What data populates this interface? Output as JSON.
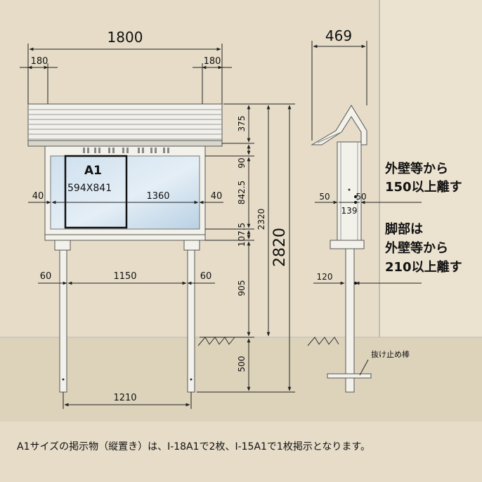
{
  "front": {
    "top_width": "1800",
    "top_left_offset": "180",
    "top_right_offset": "180",
    "side_left": "40",
    "side_right": "40",
    "inner_width": "1360",
    "post_left": "60",
    "post_spacing_inner": "1150",
    "post_right": "60",
    "post_base_spacing": "1210",
    "poster_size_label": "A1",
    "poster_size_mm": "594X841"
  },
  "heights": {
    "roof": "375",
    "frame_top": "90",
    "panel": "842.5",
    "frame_bottom": "107.5",
    "legs_above": "905",
    "buried": "500",
    "board_total": "2320",
    "overall": "2820"
  },
  "side": {
    "depth": "469",
    "left_50": "50",
    "right_50": "50",
    "mid_139": "139",
    "post_120": "120",
    "anchor_label": "抜け止め棒"
  },
  "notes": {
    "wall_line1": "外壁等から",
    "wall_line2": "150以上離す",
    "leg_line1": "脚部は",
    "leg_line2": "外壁等から",
    "leg_line3": "210以上離す"
  },
  "caption": "A1サイズの掲示物（縦置き）は、I-18A1で2枚、I-15A1で1枚掲示となります。",
  "colors": {
    "background": "#e6dcc8",
    "wall": "#e9dfca",
    "ground": "#dcd2b8",
    "panel_light": "#dbe8f2",
    "panel_dark": "#b7cfe3",
    "frame": "#f4f3ec",
    "outline": "#555555",
    "text": "#111111"
  }
}
